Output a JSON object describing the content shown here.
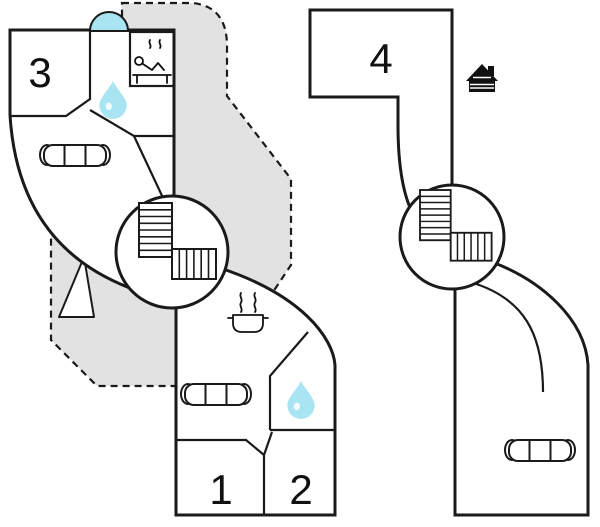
{
  "colors": {
    "background": "#ffffff",
    "wall": "#1a1a1a",
    "water": "#a9e4f2",
    "footprint": "#e2e2e2"
  },
  "floorplan": {
    "left": {
      "name": "left floor plan",
      "rooms": [
        {
          "label": "3"
        },
        {
          "label": "1"
        },
        {
          "label": "2"
        }
      ]
    },
    "right": {
      "name": "right floor plan",
      "rooms": [
        {
          "label": "4"
        }
      ]
    },
    "icons": [
      "sauna-icon",
      "basin-icon",
      "water-drop-icon",
      "sofa-icon",
      "stairs-icon",
      "ceiling-slope-icon",
      "cooking-pot-icon",
      "water-drop-icon",
      "sofa-icon",
      "house-icon",
      "stairs-icon",
      "sofa-icon"
    ]
  }
}
